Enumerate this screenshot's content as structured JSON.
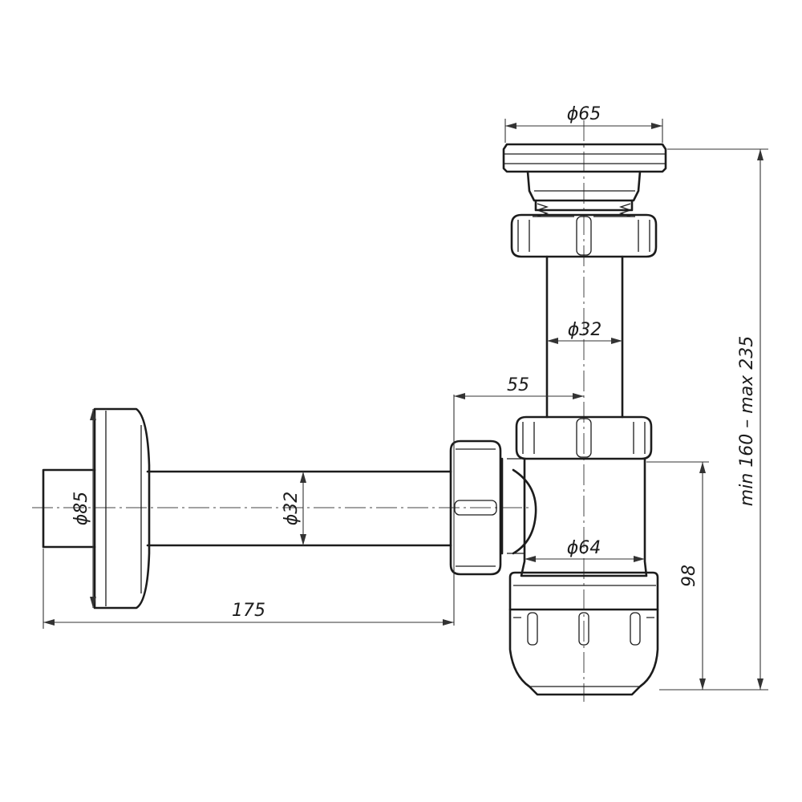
{
  "dimensions": {
    "top_diameter": "ϕ65",
    "vertical_pipe_diameter": "ϕ32",
    "offset": "55",
    "horizontal_pipe_diameter": "ϕ32",
    "wall_flange_diameter": "ϕ85",
    "bottle_diameter": "ϕ64",
    "pipe_length": "175",
    "bottle_height": "98",
    "total_height": "min 160 – max 235"
  },
  "colors": {
    "line": "#1c1c1c",
    "background": "#ffffff"
  }
}
